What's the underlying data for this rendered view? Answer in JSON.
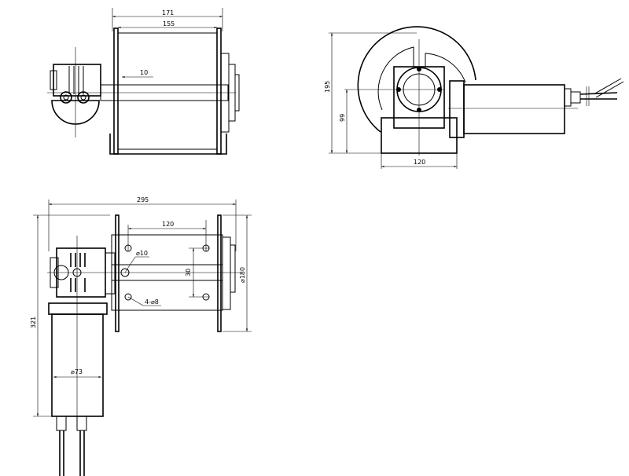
{
  "drawing": {
    "side_view": {
      "dim_overall": "171",
      "dim_drum": "155",
      "dim_offset": "10"
    },
    "end_view": {
      "dim_height": "195",
      "dim_axis_height": "99",
      "dim_base_width": "120"
    },
    "top_view": {
      "dim_total_length": "295",
      "dim_hole_spacing_x": "120",
      "dim_hole_spacing_y": "30",
      "dim_shaft_dia": "⌀10",
      "dim_mount_holes": "4-⌀8",
      "dim_flange_dia": "⌀180",
      "dim_total_height": "321",
      "dim_motor_dia": "⌀73"
    }
  }
}
